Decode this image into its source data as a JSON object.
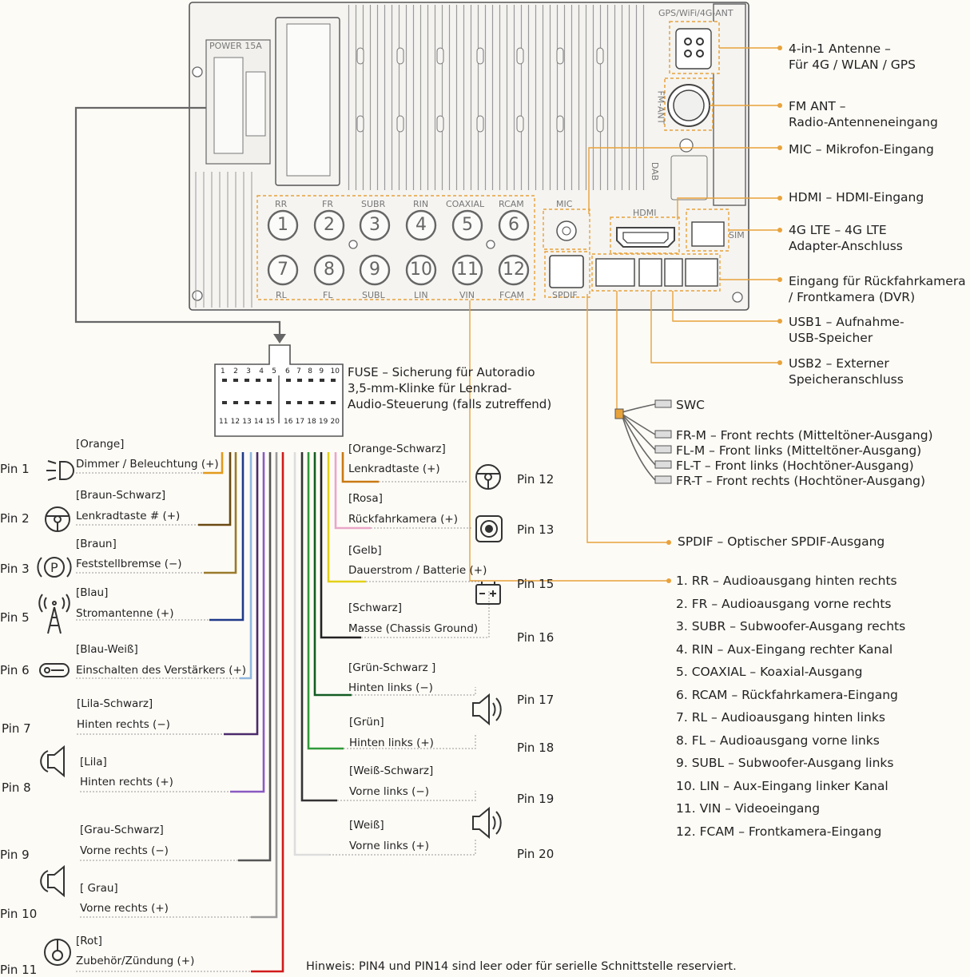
{
  "unit": {
    "power_label": "POWER 15A",
    "gps_label": "GPS/WiFi/4G-ANT",
    "fm_label": "FM-ANT",
    "dab_label": "DAB",
    "mic_label": "MIC",
    "hdmi_label": "HDMI",
    "sim_label": "SIM",
    "spdif_label": "SPDIF",
    "rca_top": [
      "RR",
      "FR",
      "SUBR",
      "RIN",
      "COAXIAL",
      "RCAM"
    ],
    "rca_bottom": [
      "RL",
      "FL",
      "SUBL",
      "LIN",
      "VIN",
      "FCAM"
    ],
    "rca_numbers_top": [
      "1",
      "2",
      "3",
      "4",
      "5",
      "6"
    ],
    "rca_numbers_bottom": [
      "7",
      "8",
      "9",
      "10",
      "11",
      "12"
    ]
  },
  "right_labels": [
    {
      "l1": "4-in-1 Antenne –",
      "l2": "Für 4G / WLAN / GPS"
    },
    {
      "l1": "FM ANT –",
      "l2": "Radio-Antenneneingang"
    },
    {
      "l1": "MIC – Mikrofon-Eingang",
      "l2": ""
    },
    {
      "l1": "HDMI – HDMI-Eingang",
      "l2": ""
    },
    {
      "l1": "4G LTE – 4G LTE",
      "l2": "Adapter-Anschluss"
    },
    {
      "l1": "Eingang für Rückfahrkamera",
      "l2": "/ Frontkamera (DVR)"
    },
    {
      "l1": "USB1 – Aufnahme-",
      "l2": "USB-Speicher"
    },
    {
      "l1": "USB2 – Externer",
      "l2": "Speicheranschluss"
    }
  ],
  "swc": [
    "SWC",
    "FR-M – Front rechts (Mitteltöner-Ausgang)",
    "FL-M – Front links (Mitteltöner-Ausgang)",
    "FL-T – Front links (Hochtöner-Ausgang)",
    "FR-T – Front rechts (Hochtöner-Ausgang)"
  ],
  "spdif_text": "SPDIF – Optischer SPDIF-Ausgang",
  "rca_list": [
    "1. RR – Audioausgang hinten rechts",
    "2. FR – Audioausgang vorne rechts",
    "3. SUBR – Subwoofer-Ausgang rechts",
    "4. RIN – Aux-Eingang rechter Kanal",
    "5. COAXIAL – Koaxial-Ausgang",
    "6. RCAM – Rückfahrkamera-Eingang",
    "7. RL – Audioausgang hinten links",
    "8. FL – Audioausgang vorne links",
    "9. SUBL – Subwoofer-Ausgang links",
    "10. LIN – Aux-Eingang linker Kanal",
    "11. VIN – Videoeingang",
    "12. FCAM – Frontkamera-Eingang"
  ],
  "connector": {
    "top_pins": [
      "1",
      "2",
      "3",
      "4",
      "5",
      "6",
      "7",
      "8",
      "9",
      "10"
    ],
    "bottom_pins": [
      "11",
      "12",
      "13",
      "14",
      "15",
      "16",
      "17",
      "18",
      "19",
      "20"
    ],
    "fuse_l1": "FUSE – Sicherung für Autoradio",
    "fuse_l2": "3,5-mm-Klinke für Lenkrad-",
    "fuse_l3": "Audio-Steuerung (falls zutreffend)"
  },
  "left_pins": [
    {
      "pin": "Pin 1",
      "color": "[Orange]",
      "func": "Dimmer / Beleuchtung (+)",
      "wire": "#e39a1c"
    },
    {
      "pin": "Pin 2",
      "color": "[Braun-Schwarz]",
      "func": "Lenkradtaste # (+)",
      "wire": "#6b4a12"
    },
    {
      "pin": "Pin 3",
      "color": "[Braun]",
      "func": "Feststellbremse (−)",
      "wire": "#9a7a2c"
    },
    {
      "pin": "Pin 5",
      "color": "[Blau]",
      "func": "Stromantenne (+)",
      "wire": "#1f3a8a"
    },
    {
      "pin": "Pin 6",
      "color": "[Blau-Weiß]",
      "func": "Einschalten des Verstärkers (+)",
      "wire": "#8fb7e0"
    },
    {
      "pin": "Pin 7",
      "color": "[Lila-Schwarz]",
      "func": "Hinten rechts (−)",
      "wire": "#4b2a6b"
    },
    {
      "pin": "Pin 8",
      "color": "[Lila]",
      "func": "Hinten rechts (+)",
      "wire": "#8a5bc2"
    },
    {
      "pin": "Pin 9",
      "color": "[Grau-Schwarz]",
      "func": "Vorne rechts (−)",
      "wire": "#555555"
    },
    {
      "pin": "Pin 10",
      "color": "[ Grau]",
      "func": "Vorne rechts (+)",
      "wire": "#9a9a9a"
    },
    {
      "pin": "Pin 11",
      "color": "[Rot]",
      "func": "Zubehör/Zündung (+)",
      "wire": "#d11a1a"
    }
  ],
  "right_pins": [
    {
      "pin": "Pin 12",
      "color": "[Orange-Schwarz]",
      "func": "Lenkradtaste (+)",
      "wire": "#c87a12"
    },
    {
      "pin": "Pin 13",
      "color": "[Rosa]",
      "func": "Rückfahrkamera (+)",
      "wire": "#e9a6c8"
    },
    {
      "pin": "Pin 15",
      "color": "[Gelb]",
      "func": "Dauerstrom / Batterie (+)",
      "wire": "#e3d018"
    },
    {
      "pin": "Pin 16",
      "color": "[Schwarz]",
      "func": "Masse (Chassis Ground)",
      "wire": "#222222"
    },
    {
      "pin": "Pin 17",
      "color": "[Grün-Schwarz ]",
      "func": "Hinten links (−)",
      "wire": "#145c22"
    },
    {
      "pin": "Pin 18",
      "color": "[Grün]",
      "func": "Hinten links (+)",
      "wire": "#2f9a3a"
    },
    {
      "pin": "Pin 19",
      "color": "[Weiß-Schwarz]",
      "func": "Vorne links (−)",
      "wire": "#333333"
    },
    {
      "pin": "Pin 20",
      "color": "[Weiß]",
      "func": "Vorne links (+)",
      "wire": "#dddddd"
    }
  ],
  "note": "Hinweis: PIN4 und PIN14 sind leer oder für serielle Schnittstelle reserviert.",
  "colors": {
    "accent": "#e8a23a",
    "line": "#555555"
  }
}
